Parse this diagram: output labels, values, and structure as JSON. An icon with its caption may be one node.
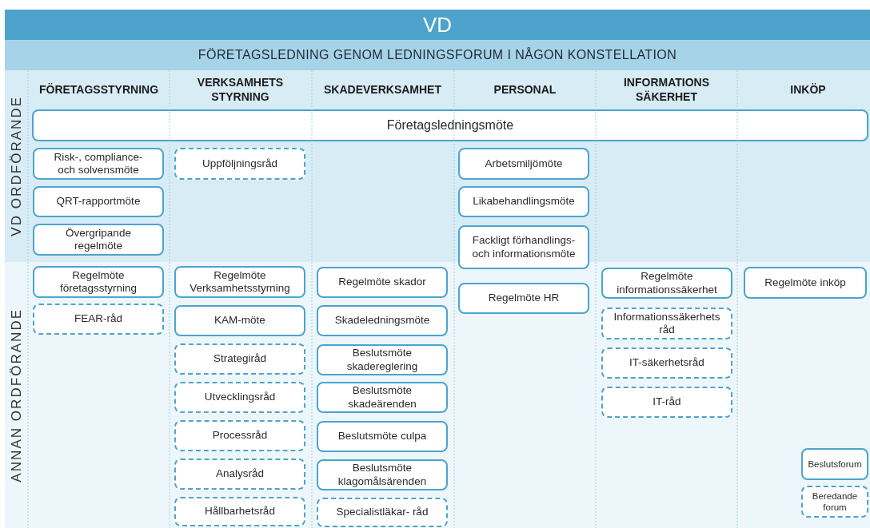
{
  "diagram": {
    "nodes": [
      {
        "text": [
          "VD"
        ]
      },
      {
        "text": [
          "FÖRETAGSLEDNING GENOM LEDNINGSFORUM I NÅGON KONSTELLATION"
        ]
      },
      {
        "text": [
          "VD ORDFÖRANDE"
        ]
      },
      {
        "text": [
          "Företagsledningsmöte"
        ],
        "in": 2
      },
      {
        "text": [
          "Risk-, compliance- och solvensmöte"
        ],
        "in": 2
      },
      {
        "text": [
          "Uppföljningsråd"
        ],
        "in": 2
      },
      {
        "text": [
          "Arbetsmiljömöte"
        ],
        "in": 2
      },
      {
        "text": [
          "QRT-rapportmöte"
        ],
        "in": 2
      },
      {
        "text": [
          "Likabehandlingsmöte"
        ],
        "in": 2
      },
      {
        "text": [
          "Övergripande regelmöte"
        ],
        "in": 2
      },
      {
        "text": [
          "Fackligt förhandlings- och informationsmöte"
        ]
      },
      {
        "text": [
          "ANNAN ORDFÖRANDE"
        ]
      },
      {
        "text": [
          "Regelmöte företagsstyrning"
        ],
        "in": 11
      },
      {
        "text": [
          "Regelmöte Verksamhetsstyrning"
        ],
        "in": 11
      },
      {
        "text": [
          "Regelmöte skador"
        ],
        "in": 11
      },
      {
        "text": [
          "Regelmöte informationssäkerhet"
        ],
        "in": 11
      },
      {
        "text": [
          "Regelmöte inköp"
        ],
        "in": 11
      },
      {
        "text": [
          "Regelmöte HR"
        ],
        "in": 11
      },
      {
        "text": [
          "FEAR-råd"
        ],
        "in": 11
      },
      {
        "text": [
          "KAM-möte"
        ],
        "in": 11
      },
      {
        "text": [
          "Skadeledningsmöte"
        ],
        "in": 11
      },
      {
        "text": [
          "Informationssäkerhets råd"
        ],
        "in": 11
      },
      {
        "text": [
          "Strategiråd"
        ],
        "in": 11
      },
      {
        "text": [
          "Beslutsmöte skadereglering"
        ],
        "in": 11
      },
      {
        "text": [
          "IT-säkerhetsråd"
        ],
        "in": 11
      },
      {
        "text": [
          "Utvecklingsråd"
        ],
        "in": 11
      },
      {
        "text": [
          "Beslutsmöte skadeärenden"
        ],
        "in": 11
      },
      {
        "text": [
          "IT-råd"
        ],
        "in": 11
      },
      {
        "text": [
          "Processråd"
        ],
        "in": 11
      },
      {
        "text": [
          "Beslutsmöte culpa"
        ],
        "in": 11
      },
      {
        "text": [
          "Analysråd"
        ],
        "in": 11
      },
      {
        "text": [
          "Beslutsmöte klagomålsärenden"
        ],
        "in": 11
      },
      {
        "text": [
          "Hållbarhetsråd"
        ],
        "in": 11
      },
      {
        "text": [
          "Specialistläkar- råd"
        ],
        "in": 11
      }
    ],
    "labels": [
      "FÖRETAGSSTYRNING",
      "VERKSAMHETS STYRNING",
      "SKADEVERKSAMHET",
      "PERSONAL",
      "INFORMATIONS SÄKERHET",
      "INKÖP"
    ],
    "legend": [
      {
        "text": "Beslutsforum"
      },
      {
        "text": "Beredande forum"
      }
    ]
  }
}
